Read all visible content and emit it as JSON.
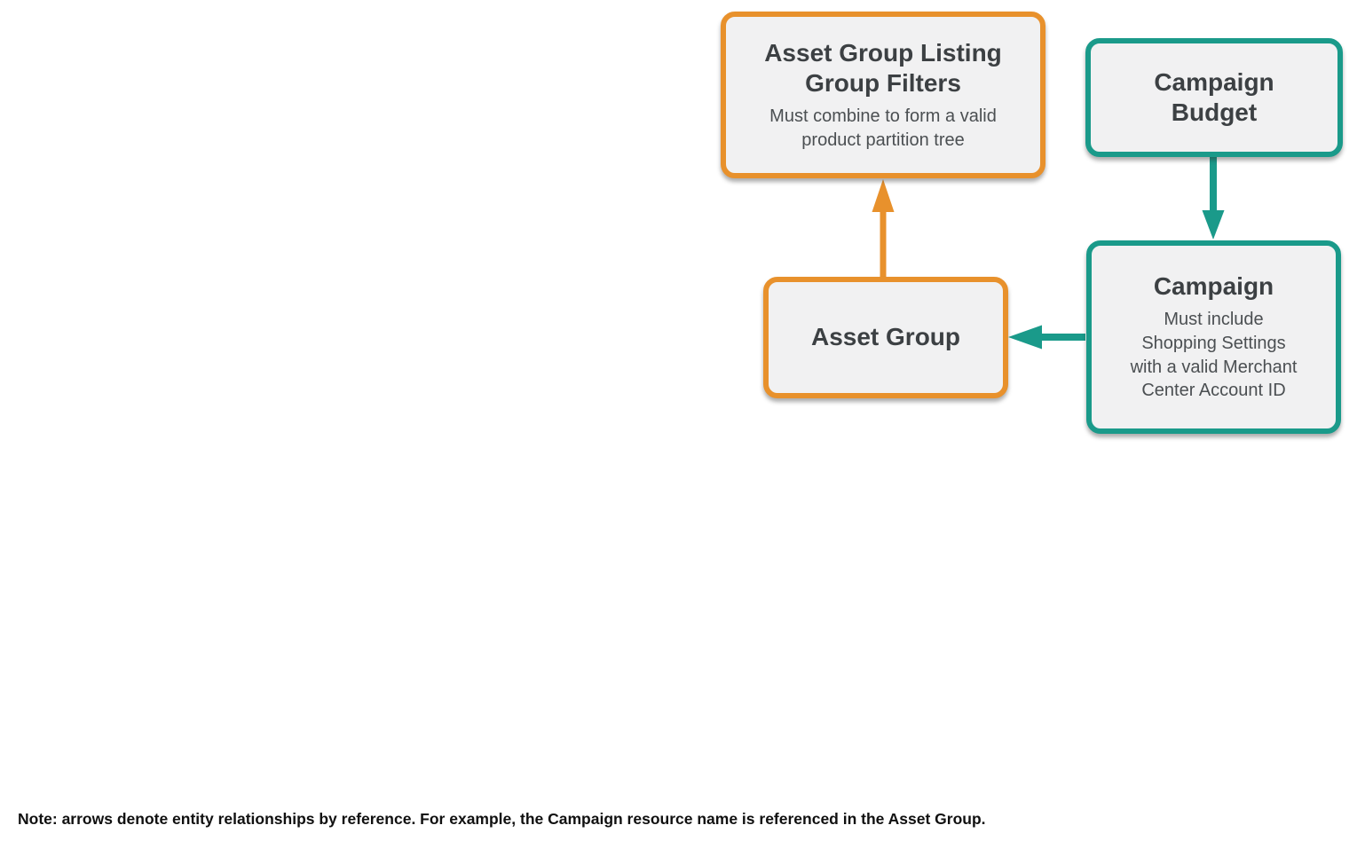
{
  "diagram": {
    "nodes": [
      {
        "id": "asset-group-listing-group-filters",
        "title": "Asset Group Listing\nGroup Filters",
        "subtitle": "Must combine to form a valid\nproduct partition tree",
        "border_color": "#E8912C"
      },
      {
        "id": "campaign-budget",
        "title": "Campaign\nBudget",
        "subtitle": "",
        "border_color": "#1A9A8A"
      },
      {
        "id": "asset-group",
        "title": "Asset Group",
        "subtitle": "",
        "border_color": "#E8912C"
      },
      {
        "id": "campaign",
        "title": "Campaign",
        "subtitle": "Must include\nShopping Settings\nwith a valid Merchant\nCenter Account ID",
        "border_color": "#1A9A8A"
      }
    ],
    "edges": [
      {
        "from": "asset-group",
        "to": "asset-group-listing-group-filters",
        "color": "#E8912C",
        "direction": "up"
      },
      {
        "from": "campaign-budget",
        "to": "campaign",
        "color": "#1A9A8A",
        "direction": "down"
      },
      {
        "from": "campaign",
        "to": "asset-group",
        "color": "#1A9A8A",
        "direction": "left"
      }
    ],
    "palette": {
      "orange": "#E8912C",
      "teal": "#1A9A8A",
      "node_fill": "#F1F1F2",
      "title_text": "#3C4043",
      "subtitle_text": "#4B4F52"
    }
  },
  "footnote": "Note: arrows denote entity relationships by reference. For example, the Campaign resource name is referenced in the Asset Group."
}
